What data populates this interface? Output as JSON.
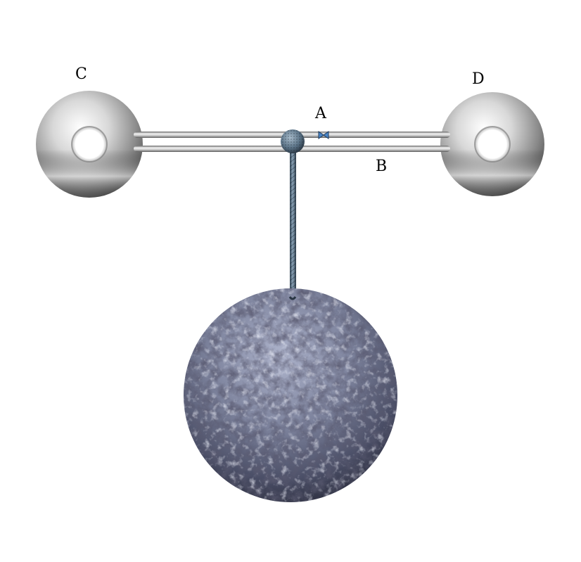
{
  "labels": {
    "ring_left": "C",
    "ring_right": "D",
    "marker": "A",
    "rail_lower": "B"
  },
  "colors": {
    "background": "#ffffff",
    "chrome_light": "#f4f4f4",
    "chrome_mid": "#b8b8b8",
    "chrome_dark": "#555555",
    "rope": "#5a7286",
    "ball_light": "#aab0c8",
    "ball_mid": "#6e7490",
    "ball_dark": "#2e3248",
    "marker": "#4a86c8"
  },
  "icons": {
    "marker": "bowtie-icon"
  }
}
